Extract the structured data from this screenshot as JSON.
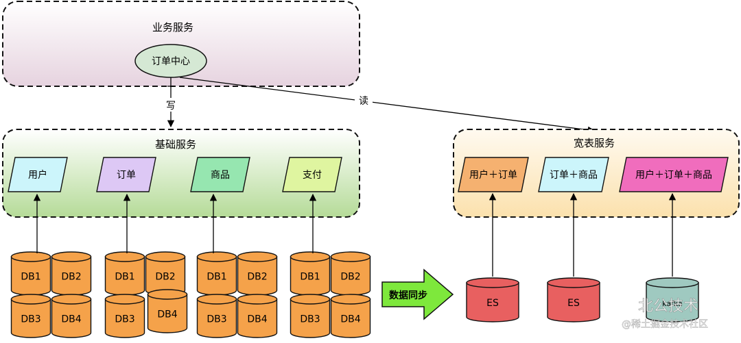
{
  "business": {
    "title": "业务服务",
    "order_center": "订单中心"
  },
  "arrows": {
    "write": "写",
    "read": "读"
  },
  "base": {
    "title": "基础服务",
    "items": [
      {
        "label": "用户",
        "color": "#ccf5fb"
      },
      {
        "label": "订单",
        "color": "#ddc8f5"
      },
      {
        "label": "商品",
        "color": "#96e6b0"
      },
      {
        "label": "支付",
        "color": "#dff5a0"
      }
    ]
  },
  "wide": {
    "title": "宽表服务",
    "items": [
      {
        "label": "用户＋订单",
        "color": "#f5b170"
      },
      {
        "label": "订单＋商品",
        "color": "#ccf5fb"
      },
      {
        "label": "用户＋订单＋商品",
        "color": "#f06dbd"
      }
    ]
  },
  "db_groups": [
    {
      "labels": [
        "DB1",
        "DB2",
        "DB3",
        "DB4"
      ]
    },
    {
      "labels": [
        "DB1",
        "DB2",
        "DB3",
        "DB4"
      ]
    },
    {
      "labels": [
        "DB1",
        "DB2",
        "DB3",
        "DB4"
      ]
    },
    {
      "labels": [
        "DB1",
        "DB2",
        "DB3",
        "DB4"
      ]
    }
  ],
  "sync": {
    "label": "数据同步",
    "color": "#7ee83c"
  },
  "stores": [
    {
      "label": "ES",
      "color": "#e86060"
    },
    {
      "label": "ES",
      "color": "#e86060"
    },
    {
      "label": "kafka",
      "color": "#9fc9c0"
    }
  ],
  "watermark": {
    "line1": "北公技术",
    "line2": "@稀土掘金技术社区"
  },
  "colors": {
    "db_fill": "#f5a24a",
    "business_bg": "#efe3ea",
    "base_bg": "#bfe0a8",
    "wide_bg": "#fbe9c2"
  }
}
